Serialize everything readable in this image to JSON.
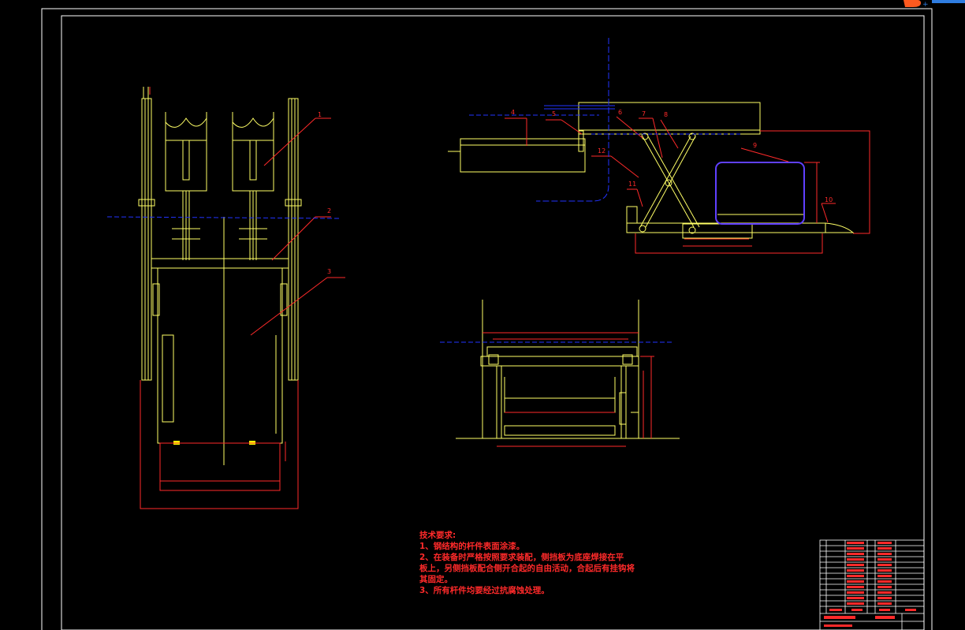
{
  "drawing": {
    "side_view_labels": [
      "1",
      "2",
      "3"
    ],
    "front_view_labels": [
      "4",
      "5",
      "6",
      "7",
      "8",
      "9",
      "10",
      "11",
      "12"
    ],
    "colors": {
      "background": "#000000",
      "border": "#ffffff",
      "outline": "#ffff66",
      "dimension": "#ff2a2a",
      "centerline": "#2233ff",
      "roller": "#ffff00",
      "guard": "#6040ff"
    }
  },
  "tech_notes": {
    "heading": "技术要求:",
    "items": [
      "1、钢结构的杆件表面涂漆。",
      "2、在装备时严格按照要求装配，侧挡板为底座焊接在平",
      "板上，另侧挡板配合侧开合起的自由活动，合起后有挂钩将",
      "其固定。",
      "3、所有杆件均要经过抗腐蚀处理。"
    ]
  },
  "logo": {
    "icon": "app-logo-icon",
    "accent": "#ff5a1f",
    "secondary": "#2f7de1"
  }
}
